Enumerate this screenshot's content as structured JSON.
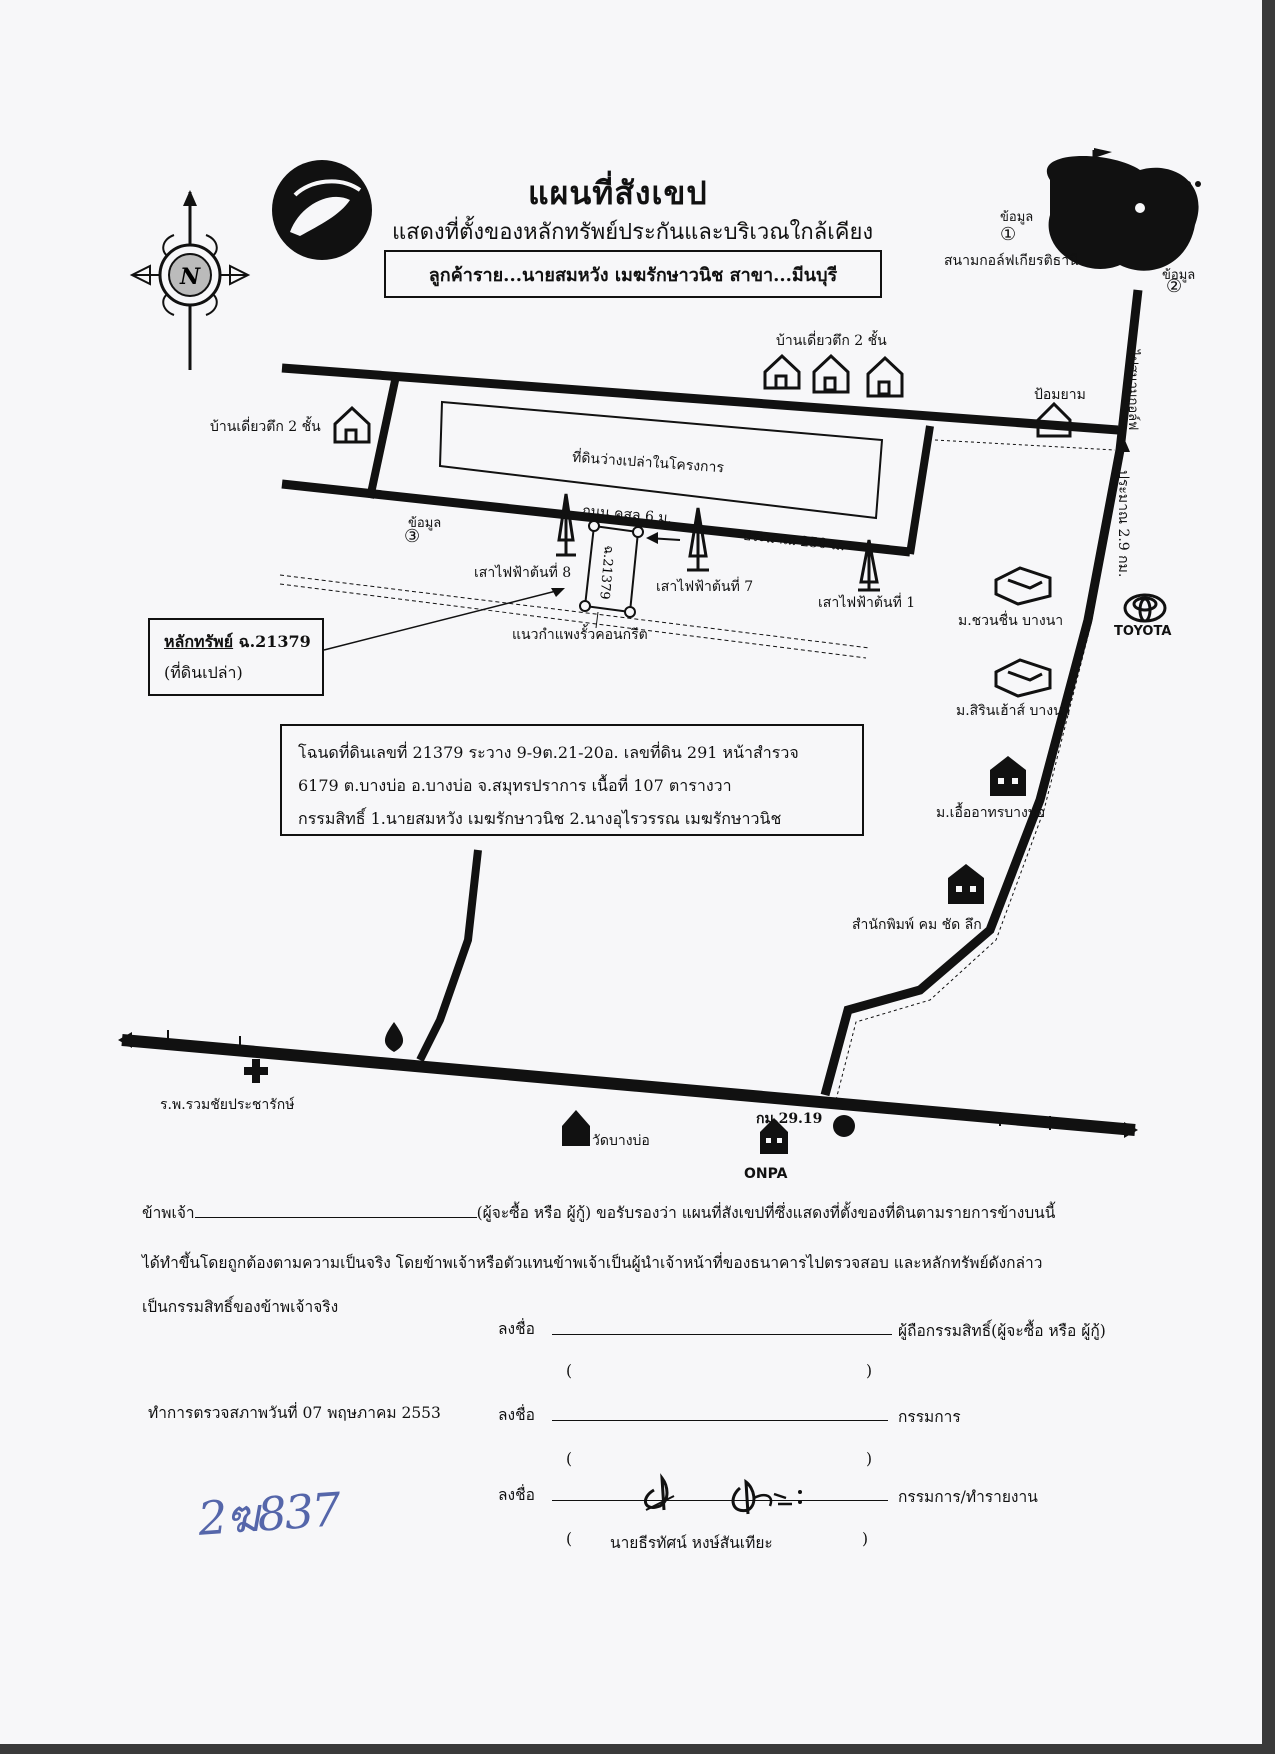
{
  "map": {
    "title": "แผนที่สังเขป",
    "subtitle": "แสดงที่ตั้งของหลักทรัพย์ประกันและบริเวณใกล้เคียง",
    "customer_line": "ลูกค้าราย...นายสมหวัง เมฆรักษาวนิช  สาขา...มีนบุรี",
    "compass_letter": "N",
    "labels": {
      "data1": "ข้อมูล",
      "data1_num": "①",
      "golf_course": "สนามกอล์ฟเกียรติธานี",
      "data2": "ข้อมูล",
      "data2_num": "②",
      "to_golf": "ไปสนามกอล์ฟ",
      "townhouse_top": "บ้านเดี่ยวตึก 2 ชั้น",
      "townhouse_left": "บ้านเดี่ยวตึก 2 ชั้น",
      "guard_house": "ป้อมยาม",
      "vacant_land": "ที่ดินว่างเปล่าในโครงการ",
      "data3": "ข้อมูล",
      "data3_num": "③",
      "road_soi": "ถนน คสล.6 ม.",
      "approx_250": "ประมาณ 250 ม.",
      "approx_29km": "ประมาณ 2.9 กม.",
      "pole8": "เสาไฟฟ้าต้นที่ 8",
      "pole7": "เสาไฟฟ้าต้นที่ 7",
      "pole1": "เสาไฟฟ้าต้นที่ 1",
      "plot_no": "ฉ.21379",
      "wall": "แนวกำแพงรั้วคอนกรีต",
      "village1": "ม.ชวนชื่น บางนา",
      "village2": "ม.สิรินเฮ้าส์ บางนา",
      "village3": "ม.เอื้ออาทรบางบ่อ",
      "publisher": "สำนักพิมพ์ คม ชัด ลึก",
      "toyota": "TOYOTA",
      "hospital": "ร.พ.รวมชัยประชารักษ์",
      "temple": "วัดบางบ่อ",
      "km": "กม.29.19",
      "onpa": "ONPA"
    },
    "asset_box": {
      "heading": "หลักทรัพย์",
      "plot": " ฉ.21379",
      "note": "(ที่ดินเปล่า)"
    },
    "deed_box": {
      "line1": "โฉนดที่ดินเลขที่ 21379 ระวาง 9-9ต.21-20อ. เลขที่ดิน 291 หน้าสำรวจ",
      "line2": "6179  ต.บางบ่อ อ.บางบ่อ จ.สมุทรปราการ   เนื้อที่ 107 ตารางวา",
      "line3": "กรรมสิทธิ์  1.นายสมหวัง เมฆรักษาวนิช 2.นางอุไรวรรณ เมฆรักษาวนิช"
    }
  },
  "declaration": {
    "line1_prefix": "ข้าพเจ้า",
    "line1_suffix": "(ผู้จะซื้อ หรือ ผู้กู้) ขอรับรองว่า แผนที่สังเขปที่ซึ่งแสดงที่ตั้งของที่ดินตามรายการข้างบนนี้",
    "line2": "ได้ทำขึ้นโดยถูกต้องตามความเป็นจริง โดยข้าพเจ้าหรือตัวแทนข้าพเจ้าเป็นผู้นำเจ้าหน้าที่ของธนาคารไปตรวจสอบ และหลักทรัพย์ดังกล่าว",
    "line3": "เป็นกรรมสิทธิ์ของข้าพเจ้าจริง"
  },
  "signatures": {
    "sign_label": "ลงชื่อ",
    "owner_role": "ผู้ถือกรรมสิทธิ์(ผู้จะซื้อ หรือ ผู้กู้)",
    "committee_role": "กรรมการ",
    "reporter_role": "กรรมการ/ทำรายงาน",
    "inspection_date": "ทำการตรวจสภาพวันที่  07 พฤษภาคม 2553",
    "open_paren": "(",
    "close_paren": ")",
    "reporter_name": "นายธีรทัศน์   หงษ์สันเทียะ",
    "handwritten_number": "2ฆ837"
  },
  "colors": {
    "ink": "#111111",
    "paper": "#f7f7f9",
    "pen": "#5566aa"
  }
}
